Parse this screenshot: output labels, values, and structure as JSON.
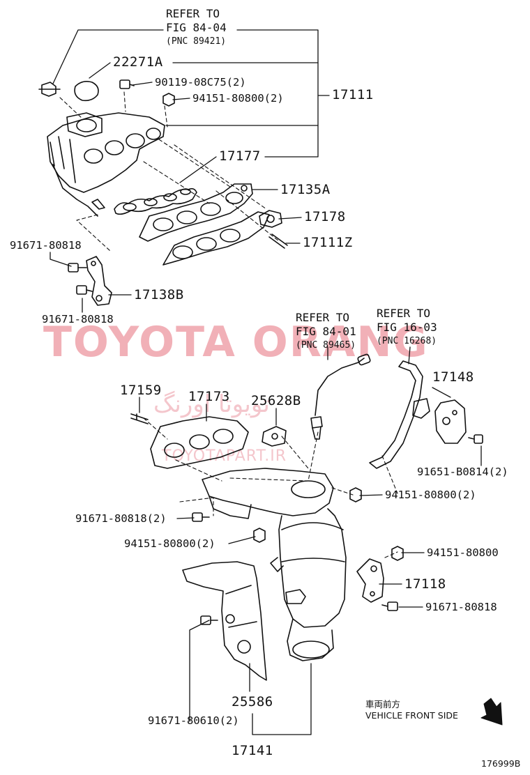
{
  "watermark": {
    "brand": "TOYOTA ORANG",
    "persian": "تویوتا اورنگ",
    "site": "TOYOTAPART.IR",
    "color": "#f0a8b0"
  },
  "references": [
    {
      "line1": "REFER TO",
      "line2": "FIG 84-04",
      "line3": "(PNC 89421)"
    },
    {
      "line1": "REFER TO",
      "line2": "FIG 84-01",
      "line3": "(PNC 89465)"
    },
    {
      "line1": "REFER TO",
      "line2": "FIG 16-03",
      "line3": "(PNC 16268)"
    }
  ],
  "parts": {
    "p22271A": "22271A",
    "p90119": "90119-08C75(2)",
    "p94151_top": "94151-80800(2)",
    "p17111": "17111",
    "p17177": "17177",
    "p17135A": "17135A",
    "p17178": "17178",
    "p17111Z": "17111Z",
    "p91671_a": "91671-80818",
    "p17138B": "17138B",
    "p91671_b": "91671-80818",
    "p17159": "17159",
    "p17173": "17173",
    "p25628B": "25628B",
    "p17148": "17148",
    "p91651": "91651-B0814(2)",
    "p94151_mid": "94151-80800(2)",
    "p91671_c": "91671-80818(2)",
    "p94151_low": "94151-80800(2)",
    "p94151_single": "94151-80800",
    "p17118": "17118",
    "p91671_d": "91671-80818",
    "p25586": "25586",
    "p91671_e": "91671-80610(2)",
    "p17141": "17141"
  },
  "front": {
    "japanese": "車両前方",
    "english": "VEHICLE FRONT SIDE"
  },
  "figure_id": "176999B"
}
